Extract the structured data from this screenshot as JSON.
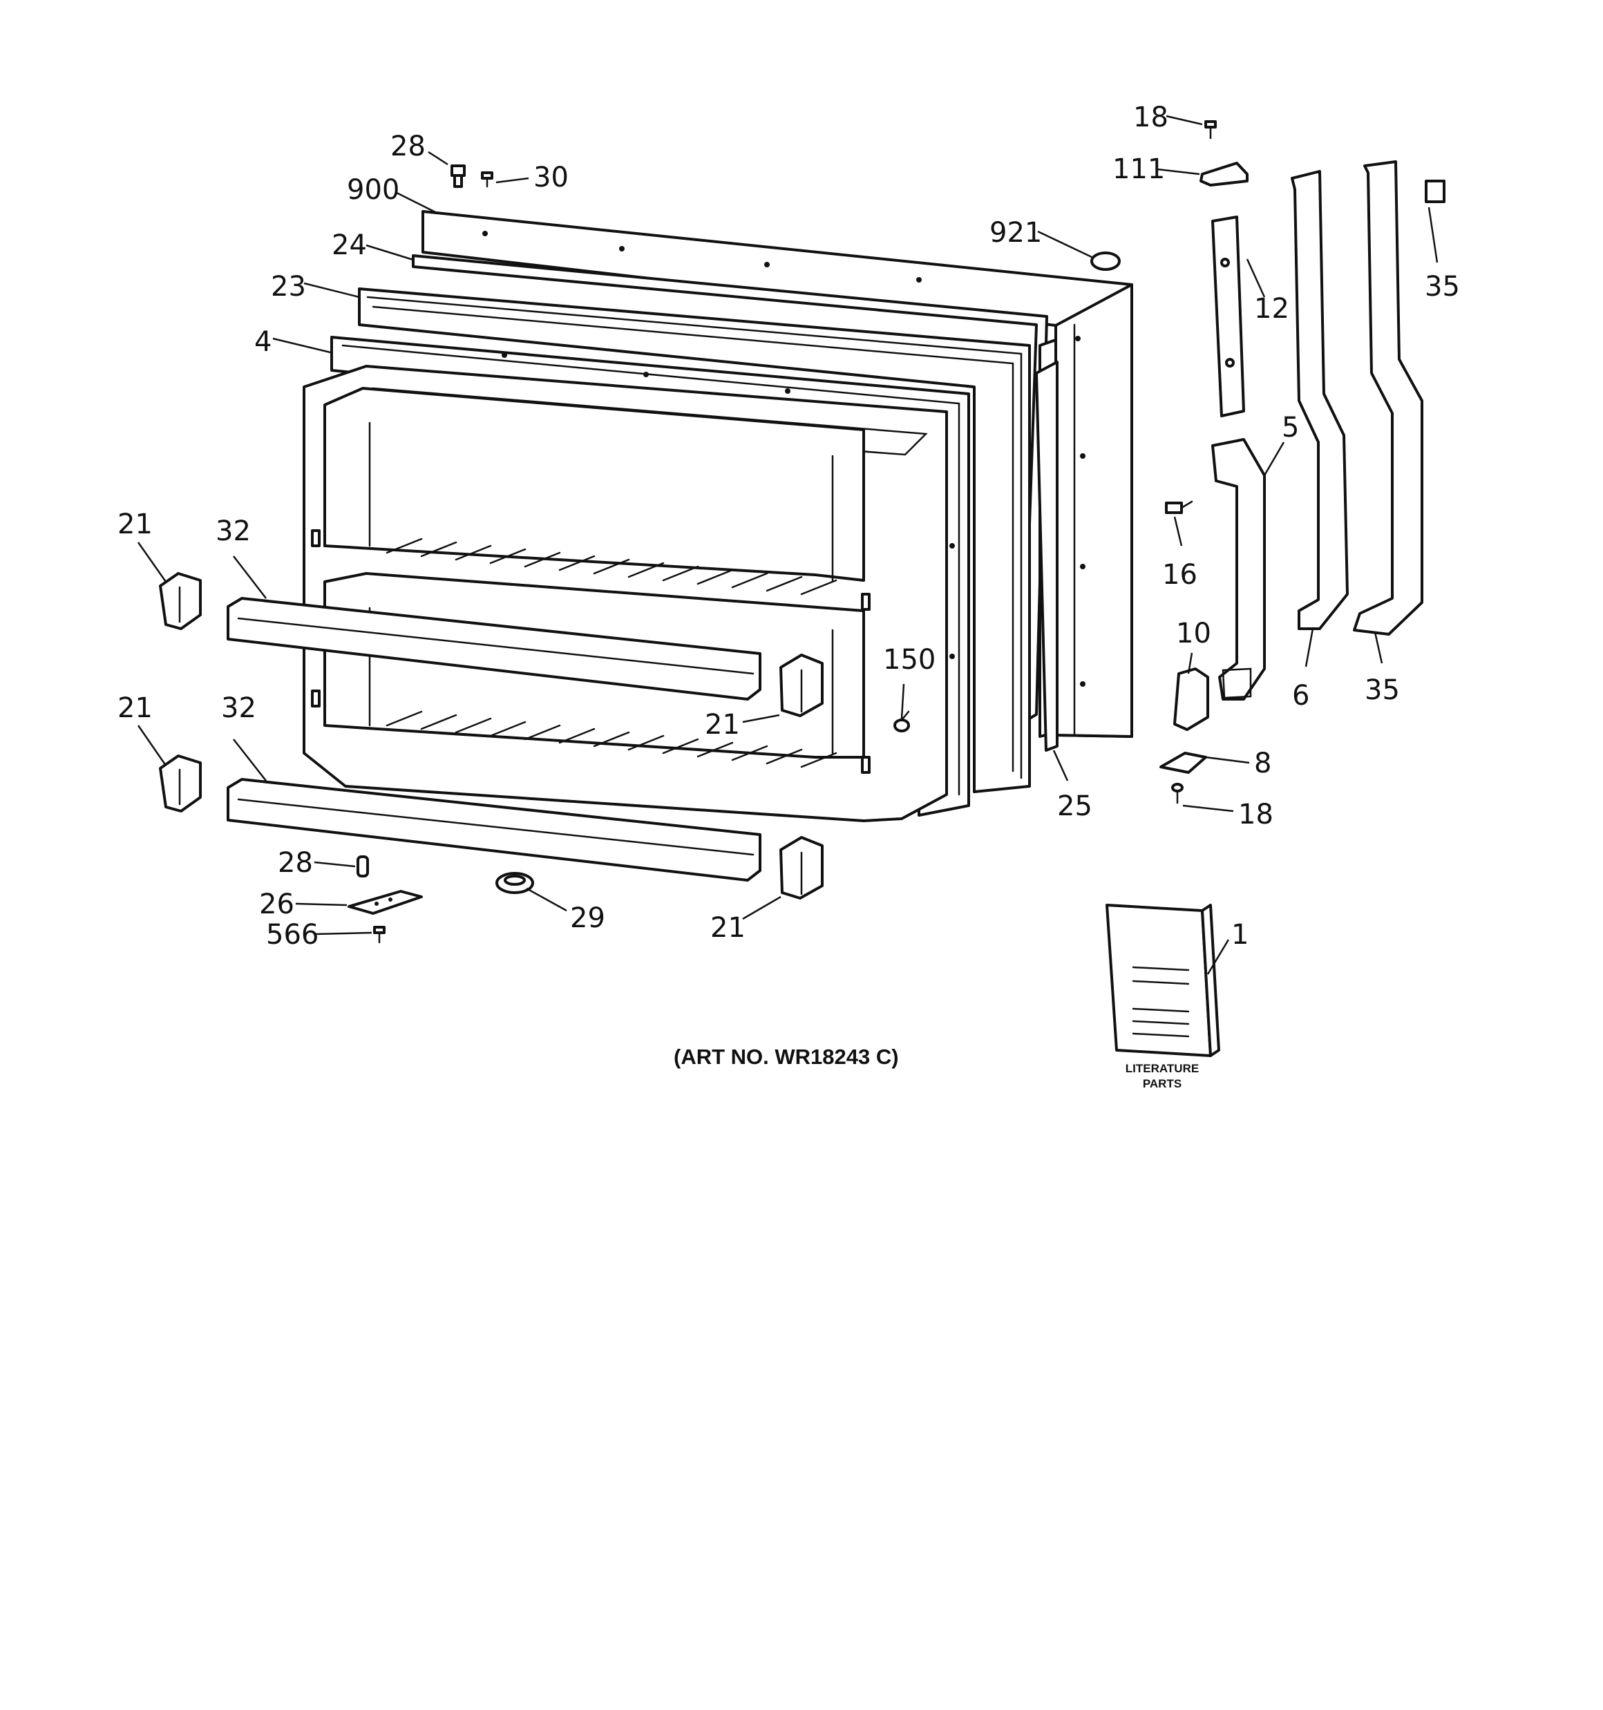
{
  "diagram": {
    "caption": "(ART NO. WR18243 C)",
    "literature_label_line1": "LITERATURE",
    "literature_label_line2": "PARTS",
    "callouts": {
      "c18_top": "18",
      "c111": "111",
      "c28_top": "28",
      "c30": "30",
      "c900": "900",
      "c921": "921",
      "c24": "24",
      "c23": "23",
      "c4": "4",
      "c12": "12",
      "c35_top": "35",
      "c5": "5",
      "c16": "16",
      "c21_ul": "21",
      "c32_u": "32",
      "c150": "150",
      "c10": "10",
      "c6": "6",
      "c35_bot": "35",
      "c21_mid": "21",
      "c21_ll": "21",
      "c32_l": "32",
      "c8": "8",
      "c25": "25",
      "c18_bot": "18",
      "c28_bot": "28",
      "c26": "26",
      "c29": "29",
      "c566": "566",
      "c21_bot": "21",
      "c1": "1"
    }
  }
}
